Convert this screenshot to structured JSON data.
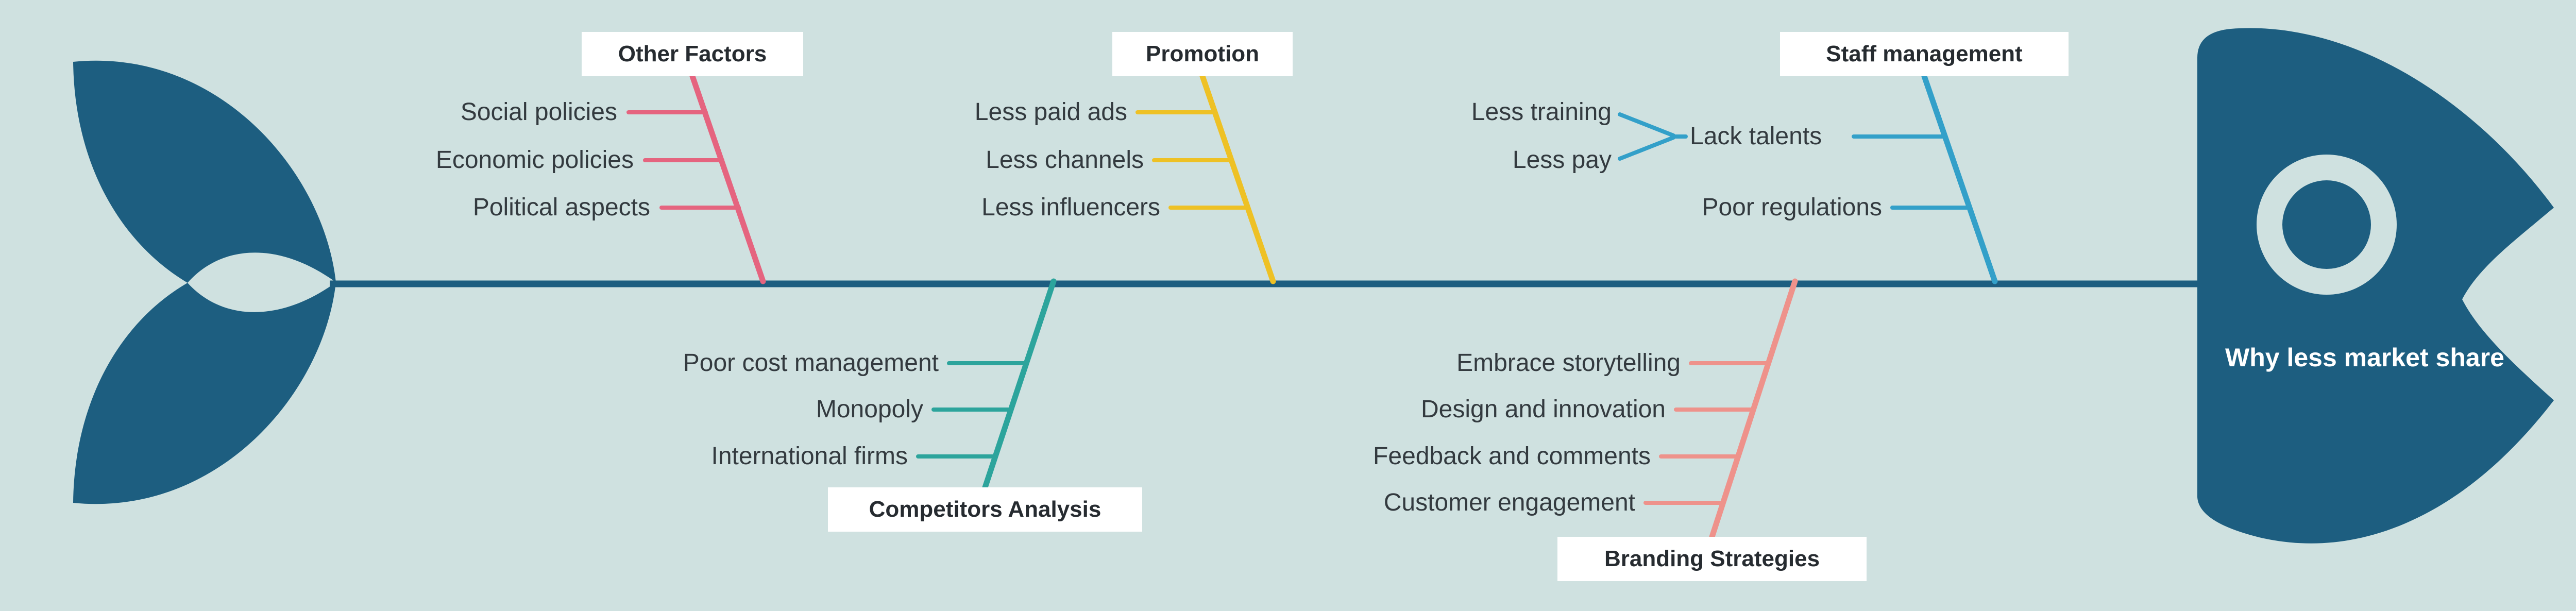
{
  "title": "Why less market share",
  "colors": {
    "background": "#cfe1e0",
    "fish": "#1d5e80",
    "eye_ring": "#cfe1e0",
    "label_box_bg": "#ffffff",
    "text": "#333a3f"
  },
  "fish": {
    "head_label": "Why less market share"
  },
  "branches": [
    {
      "id": "other-factors",
      "label": "Other Factors",
      "color": "#e5647f",
      "side": "top",
      "items": [
        {
          "label": "Social policies"
        },
        {
          "label": "Economic policies"
        },
        {
          "label": "Political aspects"
        }
      ]
    },
    {
      "id": "promotion",
      "label": "Promotion",
      "color": "#eec125",
      "side": "top",
      "items": [
        {
          "label": "Less paid ads"
        },
        {
          "label": "Less channels"
        },
        {
          "label": "Less influencers"
        }
      ]
    },
    {
      "id": "staff-management",
      "label": "Staff management",
      "color": "#33a0c9",
      "side": "top",
      "items": [
        {
          "label": "Lack talents",
          "children": [
            {
              "label": "Less training"
            },
            {
              "label": "Less pay"
            }
          ]
        },
        {
          "label": "Poor regulations"
        }
      ]
    },
    {
      "id": "competitors-analysis",
      "label": "Competitors Analysis",
      "color": "#2ca49c",
      "side": "bottom",
      "items": [
        {
          "label": "Poor cost management"
        },
        {
          "label": "Monopoly"
        },
        {
          "label": "International firms"
        }
      ]
    },
    {
      "id": "branding-strategies",
      "label": "Branding Strategies",
      "color": "#ee928b",
      "side": "bottom",
      "items": [
        {
          "label": "Embrace storytelling"
        },
        {
          "label": "Design and innovation"
        },
        {
          "label": "Feedback and comments"
        },
        {
          "label": "Customer engagement"
        }
      ]
    }
  ]
}
